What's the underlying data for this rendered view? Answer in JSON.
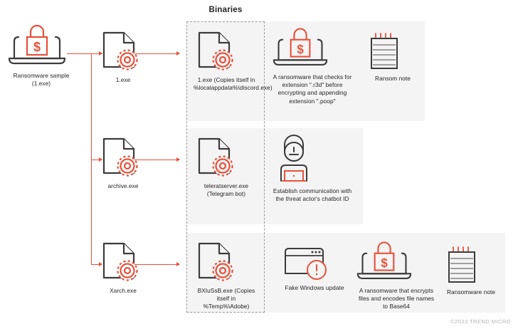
{
  "diagram": {
    "section_title": "Binaries",
    "copyright": "©2023 TREND MICRO",
    "accent_color": "#e8503a",
    "ink_color": "#3c3c3c",
    "panel_color": "#f4f4f4",
    "dash_color": "#9a9a9a"
  },
  "source": {
    "label_line1": "Ransomware sample",
    "label_line2": "(1.exe)",
    "icon": "laptop-ransomware-lock-icon"
  },
  "droppers": [
    {
      "label": "1.exe",
      "icon": "file-gear-icon"
    },
    {
      "label": "archive.exe",
      "icon": "file-gear-icon"
    },
    {
      "label": "Xarch.exe",
      "icon": "file-gear-icon"
    }
  ],
  "binaries": [
    {
      "label": "1.exe (Copies itself in %localappdata%\\discord.exe)",
      "icon": "file-gear-icon"
    },
    {
      "label": "teleratserver.exe (Telegram bot)",
      "icon": "file-gear-icon"
    },
    {
      "label": "BXIuSsB.exe (Copies itself in %Temp%\\Adobe)",
      "icon": "file-gear-icon"
    }
  ],
  "behaviors": {
    "row1": [
      {
        "label": "A ransomware that checks for extension \".r3d\" before encrypting and appending extension \".poop\"",
        "icon": "laptop-ransomware-lock-icon"
      },
      {
        "label": "Ransom note",
        "icon": "ransom-note-icon"
      }
    ],
    "row2": [
      {
        "label": "Establish communication with the threat actor's chatbot ID",
        "icon": "chatbot-laptop-icon"
      }
    ],
    "row3": [
      {
        "label": "Fake Windows update",
        "icon": "browser-warning-icon"
      },
      {
        "label": "A ransomware that encrypts files and encodes file names to Base64",
        "icon": "laptop-ransomware-lock-icon"
      },
      {
        "label": "Ransomware note",
        "icon": "ransom-note-icon"
      }
    ]
  }
}
